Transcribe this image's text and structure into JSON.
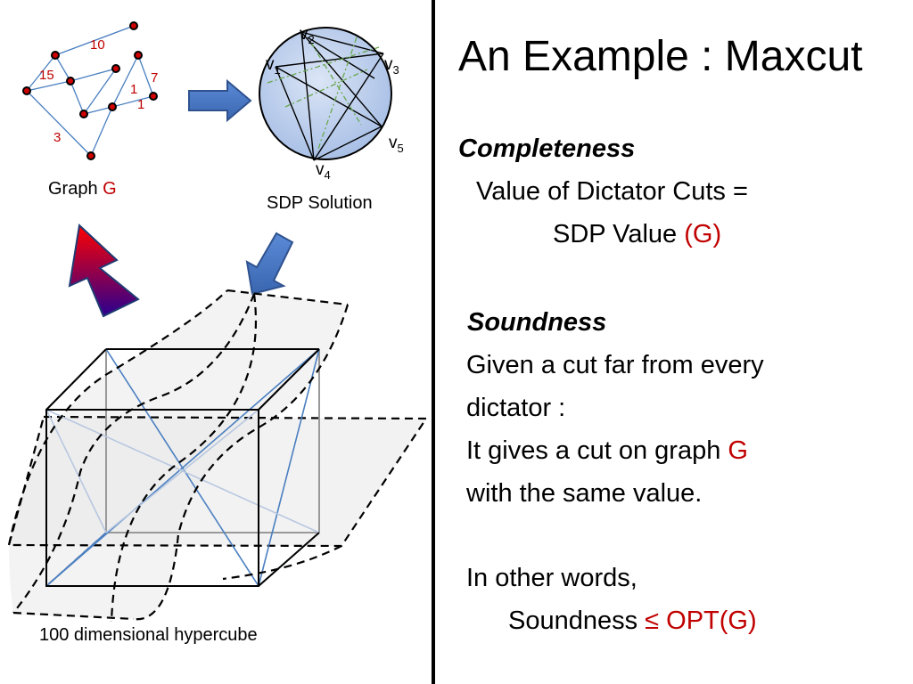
{
  "title": "An Example : Maxcut",
  "completeness": {
    "heading": "Completeness",
    "line1": "Value of Dictator  Cuts  =",
    "line2_text": "SDP Value ",
    "line2_red": "(G)"
  },
  "soundness": {
    "heading": "Soundness",
    "line1": "Given a cut far from every",
    "line2": "dictator :",
    "line3_text": "It gives a cut on graph ",
    "line3_red": "G",
    "line4": "with the same value.",
    "line5": "In other words,",
    "line6_text": "Soundness ",
    "line6_red": "≤  OPT(G)"
  },
  "graph": {
    "caption_text": "Graph ",
    "caption_red": "G",
    "edge_weights": [
      "10",
      "15",
      "7",
      "1",
      "1",
      "3"
    ]
  },
  "sdp": {
    "caption": "SDP Solution",
    "vectors": [
      {
        "name": "v",
        "sub": "1"
      },
      {
        "name": "v",
        "sub": "2"
      },
      {
        "name": "v",
        "sub": "3"
      },
      {
        "name": "v",
        "sub": "4"
      },
      {
        "name": "v",
        "sub": "5"
      }
    ]
  },
  "hypercube": {
    "caption": "100 dimensional hypercube"
  },
  "colors": {
    "accent_red": "#c00000",
    "sphere_fill": "#b4c7e7",
    "sphere_stroke": "#000000",
    "arrow_blue": "#4472c4",
    "cube_diagonal": "#4a7fc1"
  },
  "icons": [
    "right-arrow-icon",
    "down-arrow-icon",
    "up-arrow-icon"
  ]
}
